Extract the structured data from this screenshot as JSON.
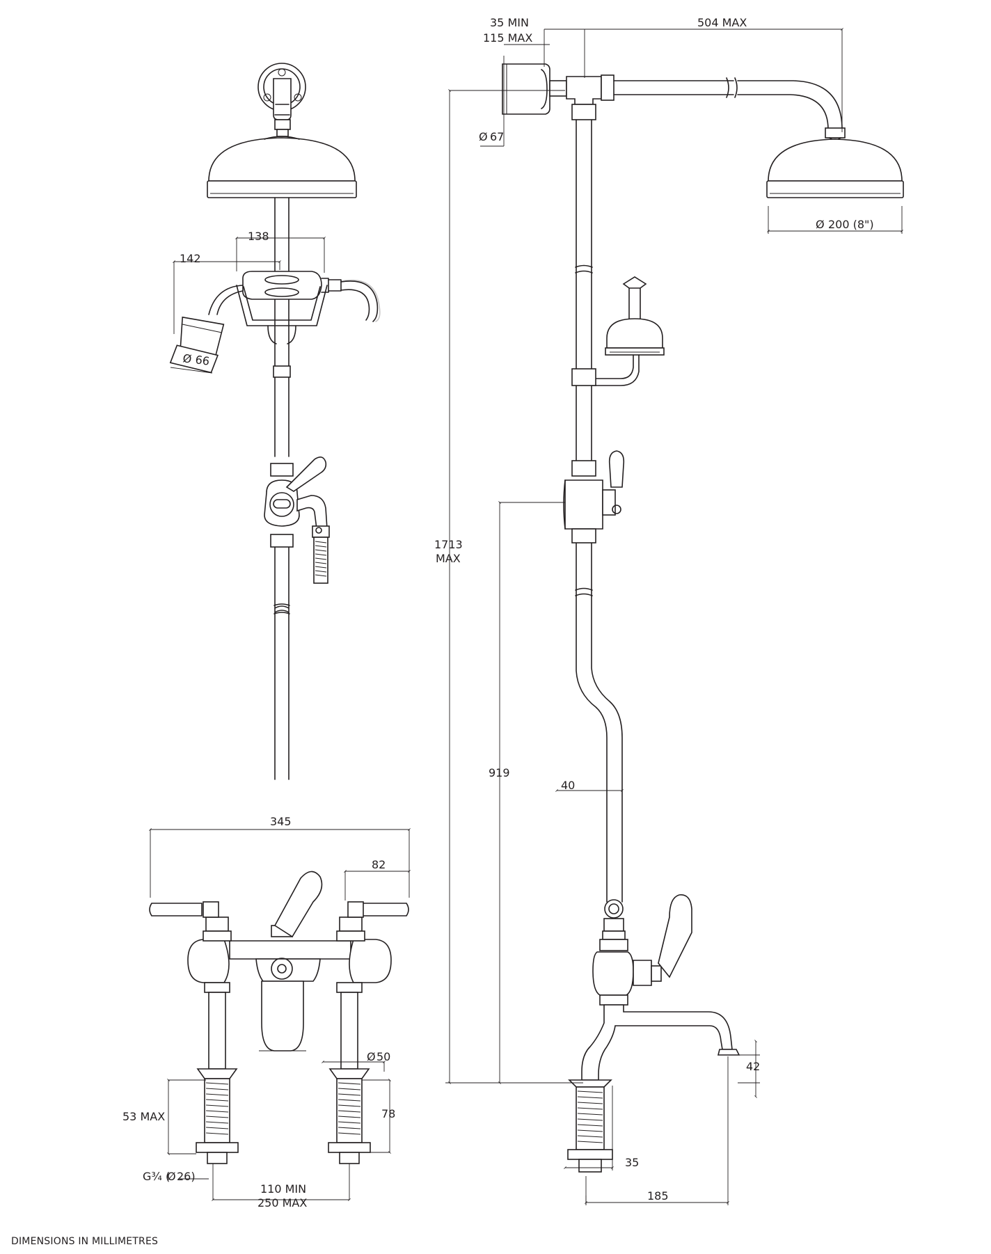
{
  "footer": "DIMENSIONS IN MILLIMETRES",
  "dimensions": {
    "arm_min": "35 MIN",
    "arm_max": "115 MAX",
    "arm_reach": "504 MAX",
    "flange_dia": "67",
    "head_dia": "200 (8\")",
    "handset_dia": "66",
    "handset_138": "138",
    "handset_142": "142",
    "height_value": "1713",
    "height_max": "MAX",
    "valve_height": "919",
    "offset_40": "40",
    "mixer_width": "345",
    "handle_82": "82",
    "tail_dia": "50",
    "tail_53": "53 MAX",
    "tail_78": "78",
    "thread": "G¾ (",
    "thread_dia": "26)",
    "centres_min": "110 MIN",
    "centres_max": "250 MAX",
    "spout_42": "42",
    "spout_35": "35",
    "spout_185": "185"
  },
  "symbols": {
    "diameter": "Ø"
  }
}
